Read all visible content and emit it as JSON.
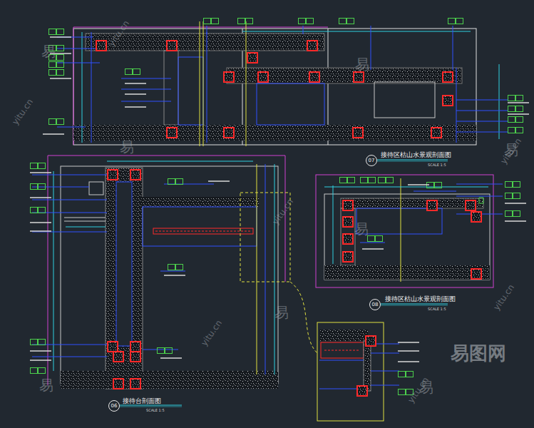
{
  "diagram": {
    "nodes": [
      {
        "text": [
          "07"
        ]
      },
      {
        "text": [
          "08"
        ]
      },
      {
        "text": [
          "06"
        ]
      }
    ],
    "labels": [
      "接待区枯山水景观剖面图",
      "SCALE 1:5",
      "接待区枯山水景观剖面图",
      "SCALE 1:5",
      "接待台剖面图",
      "SCALE 1:5",
      "易",
      "易",
      "易",
      "易",
      "易",
      "易",
      "易",
      "易",
      "yitu.cn",
      "yitu.cn",
      "yitu.cn",
      "yitu.cn",
      "yitu.cn",
      "yitu.cn",
      "yitu.cn",
      "易图网"
    ]
  }
}
